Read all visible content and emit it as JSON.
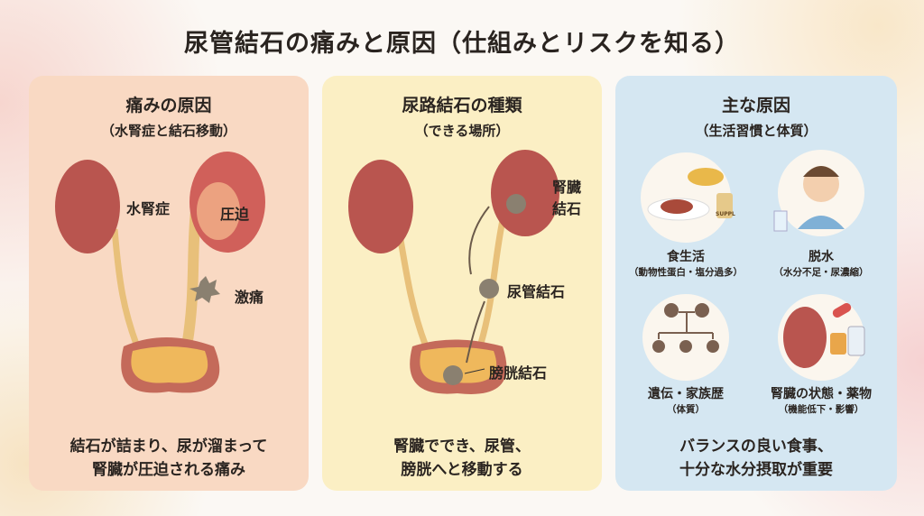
{
  "title": "尿管結石の痛みと原因（仕組みとリスクを知る）",
  "panels": [
    {
      "heading": "痛みの原因",
      "subheading": "（水腎症と結石移動）",
      "labels": {
        "hydronephrosis": "水腎症",
        "pressure": "圧迫",
        "pain": "激痛"
      },
      "footer": [
        "結石が詰まり、尿が溜まって",
        "腎臓が圧迫される痛み"
      ]
    },
    {
      "heading": "尿路結石の種類",
      "subheading": "（できる場所）",
      "labels": {
        "kidney": [
          "腎臓",
          "結石"
        ],
        "ureter": "尿管結石",
        "bladder": "膀胱結石"
      },
      "footer": [
        "腎臓ででき、尿管、",
        "膀胱へと移動する"
      ]
    },
    {
      "heading": "主な原因",
      "subheading": "（生活習慣と体質）",
      "items": [
        {
          "title": "食生活",
          "detail": "（動物性蛋白・塩分過多）",
          "bottle": "SUPPL"
        },
        {
          "title": "脱水",
          "detail": "（水分不足・尿濃縮）"
        },
        {
          "title": "遺伝・家族歴",
          "detail": "（体質）"
        },
        {
          "title": "腎臓の状態・薬物",
          "detail": "（機能低下・影響）"
        }
      ],
      "footer": [
        "バランスの良い食事、",
        "十分な水分摂取が重要"
      ]
    }
  ],
  "colors": {
    "kidney": "#b9554f",
    "ureter": "#e8c07a",
    "bladder": "#efb85c",
    "stone": "#8a8070"
  }
}
